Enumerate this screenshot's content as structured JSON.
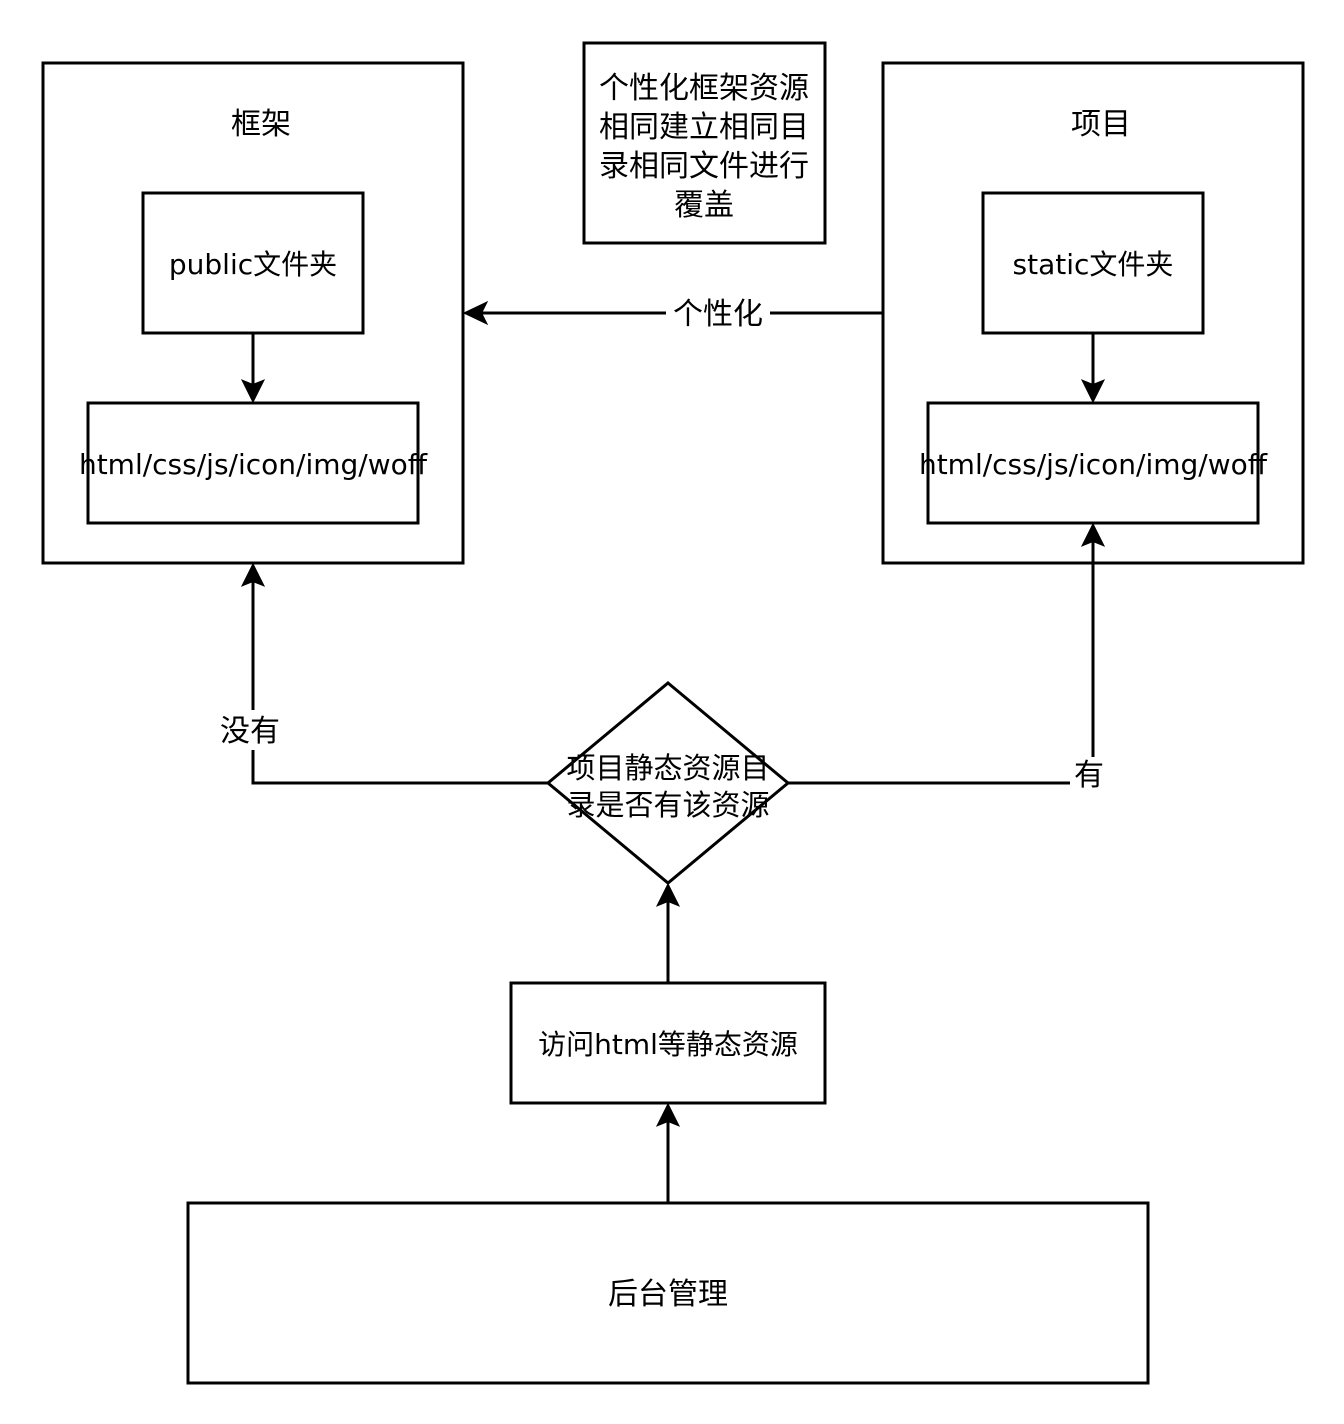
{
  "nodes": {
    "framework": {
      "title": "框架"
    },
    "public_folder": {
      "label": "public文件夹"
    },
    "framework_resources": {
      "label": "html/css/js/icon/img/woff"
    },
    "project": {
      "title": "项目"
    },
    "static_folder": {
      "label": "static文件夹"
    },
    "project_resources": {
      "label": "html/css/js/icon/img/woff"
    },
    "note": {
      "lines": [
        "个性化框架资源",
        "相同建立相同目",
        "录相同文件进行",
        "覆盖"
      ]
    },
    "decision": {
      "lines": [
        "项目静态资源目",
        "录是否有该资源"
      ]
    },
    "access": {
      "label": "访问html等静态资源"
    },
    "admin": {
      "label": "后台管理"
    }
  },
  "edges": {
    "personalize": {
      "label": "个性化"
    },
    "no": {
      "label": "没有"
    },
    "yes": {
      "label": "有"
    }
  }
}
